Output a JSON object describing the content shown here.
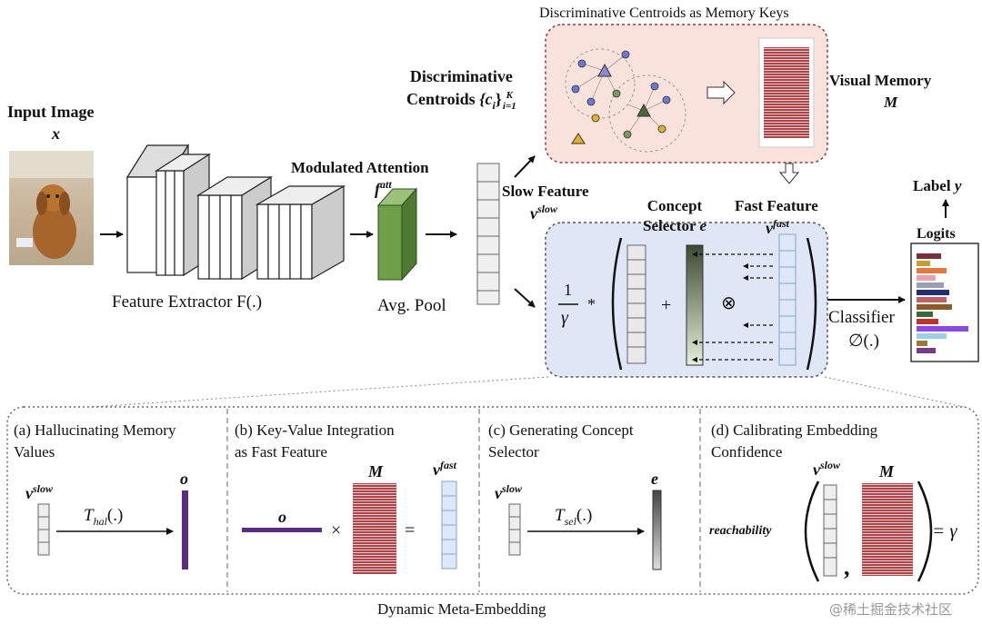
{
  "top_title": "Discriminative Centroids as Memory Keys",
  "input": {
    "title": "Input Image",
    "var": "x"
  },
  "extractor_label": "Feature Extractor F(.)",
  "attention": {
    "title": "Modulated Attention",
    "var": "f",
    "sup": "att"
  },
  "avg_pool": "Avg. Pool",
  "centroids": {
    "title": "Discriminative",
    "line2": "Centroids",
    "formula": "{c",
    "sub": "i",
    "close": "}",
    "sup": "K",
    "sub2": "i=1"
  },
  "visual_memory": {
    "title": "Visual Memory",
    "var": "M"
  },
  "slow_feature": {
    "title": "Slow Feature",
    "var": "v",
    "sup": "slow"
  },
  "concept_selector": {
    "title": "Concept",
    "line2": "Selector",
    "var": "e"
  },
  "fast_feature": {
    "title": "Fast Feature",
    "var": "v",
    "sup": "fast"
  },
  "label": {
    "title": "Label",
    "var": "y"
  },
  "logits": "Logits",
  "classifier": {
    "title": "Classifier",
    "fn": "∅(.)"
  },
  "formula": {
    "num": "1",
    "den": "γ",
    "star": "*",
    "plus": "+",
    "otimes": "⊗"
  },
  "panels": [
    {
      "line1": "(a) Hallucinating Memory",
      "line2": "Values"
    },
    {
      "line1": "(b) Key-Value Integration",
      "line2": "as Fast Feature"
    },
    {
      "line1": "(c) Generating Concept",
      "line2": "Selector"
    },
    {
      "line1": "(d) Calibrating Embedding",
      "line2": "Confidence"
    }
  ],
  "panel_a": {
    "vslow": "v",
    "sup": "slow",
    "o": "o",
    "fn": "T",
    "sub": "hal",
    "arg": "(.)"
  },
  "panel_b": {
    "o": "o",
    "times": "×",
    "M": "M",
    "eq": "=",
    "vfast": "v",
    "sup": "fast"
  },
  "panel_c": {
    "vslow": "v",
    "sup": "slow",
    "e": "e",
    "fn": "T",
    "sub": "sel",
    "arg": "(.)"
  },
  "panel_d": {
    "vslow": "v",
    "sup": "slow",
    "M": "M",
    "reach": "reachability",
    "comma": ",",
    "eq": "= γ"
  },
  "footer": "Dynamic Meta-Embedding",
  "watermark": "@稀土掘金技术社区",
  "colors": {
    "memory_red": "#b04a4e",
    "attention_green": "#6fa047",
    "selector_green": "#c9d9b5",
    "purple": "#5b2d82",
    "panel_pink": "#f9e2dc",
    "panel_blue": "#dfe6f5"
  },
  "logit_bars": [
    {
      "value": 0.45,
      "color": "#7a2e3a"
    },
    {
      "value": 0.25,
      "color": "#c0a030"
    },
    {
      "value": 0.55,
      "color": "#e07a40"
    },
    {
      "value": 0.35,
      "color": "#e8a0b0"
    },
    {
      "value": 0.5,
      "color": "#9aa0b0"
    },
    {
      "value": 0.6,
      "color": "#1f2f70"
    },
    {
      "value": 0.55,
      "color": "#c06060"
    },
    {
      "value": 0.65,
      "color": "#8a5a2a"
    },
    {
      "value": 0.3,
      "color": "#3a6a3a"
    },
    {
      "value": 0.4,
      "color": "#c03030"
    },
    {
      "value": 0.95,
      "color": "#8a4ae0"
    },
    {
      "value": 0.55,
      "color": "#9ad0e8"
    },
    {
      "value": 0.2,
      "color": "#9a7a30"
    },
    {
      "value": 0.35,
      "color": "#7a3a8a"
    }
  ]
}
